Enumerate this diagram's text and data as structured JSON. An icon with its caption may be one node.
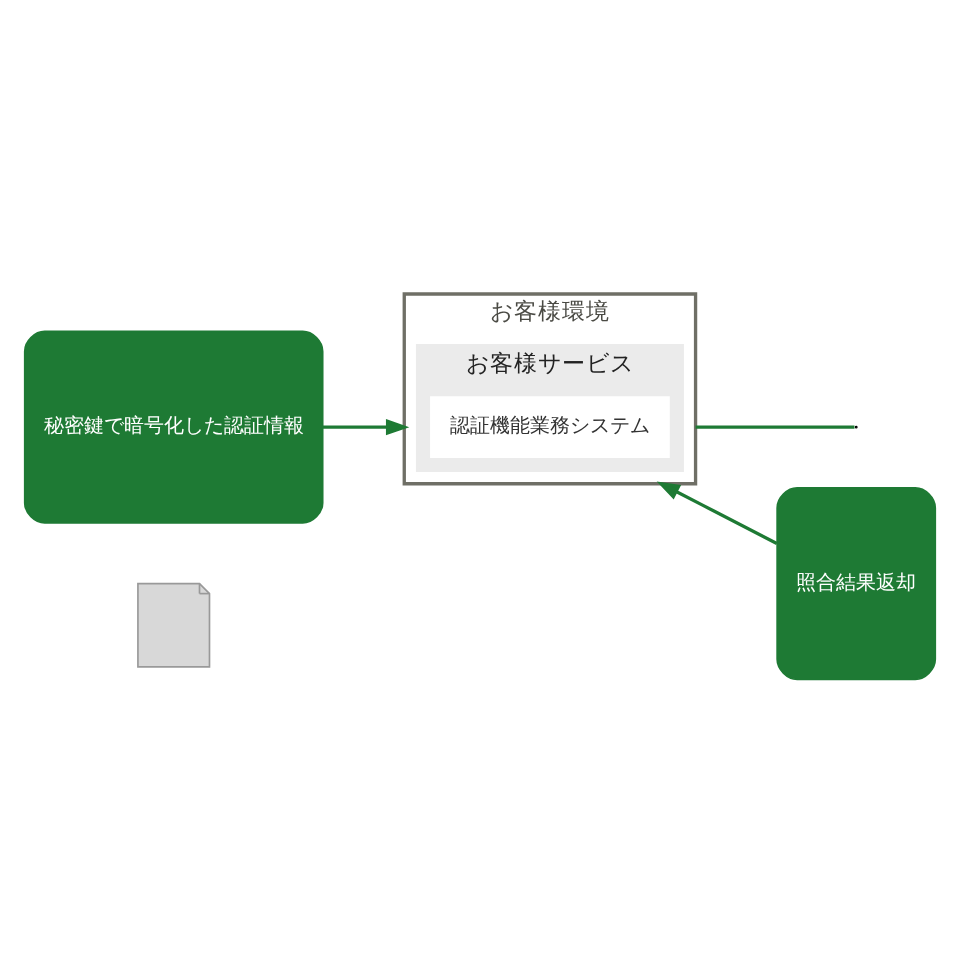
{
  "diagram": {
    "nodes": [
      {
        "text": [
          "秘密鍵で暗号化した認証情報"
        ]
      },
      {
        "text": [],
        "shape": "picture"
      },
      {
        "text": [
          "お客様環境"
        ]
      },
      {
        "text": [
          "お客様サービス"
        ],
        "in": 2
      },
      {
        "text": [
          "認証機能業務システム"
        ],
        "in": 3
      },
      {
        "text": [
          "照合結果返却"
        ]
      }
    ],
    "edges": [
      {
        "from": 0,
        "to": 2,
        "arrow": "to"
      },
      {
        "from": 2,
        "to": null,
        "arrow": "none"
      },
      {
        "from": 5,
        "to": 2,
        "arrow": "to"
      }
    ]
  }
}
